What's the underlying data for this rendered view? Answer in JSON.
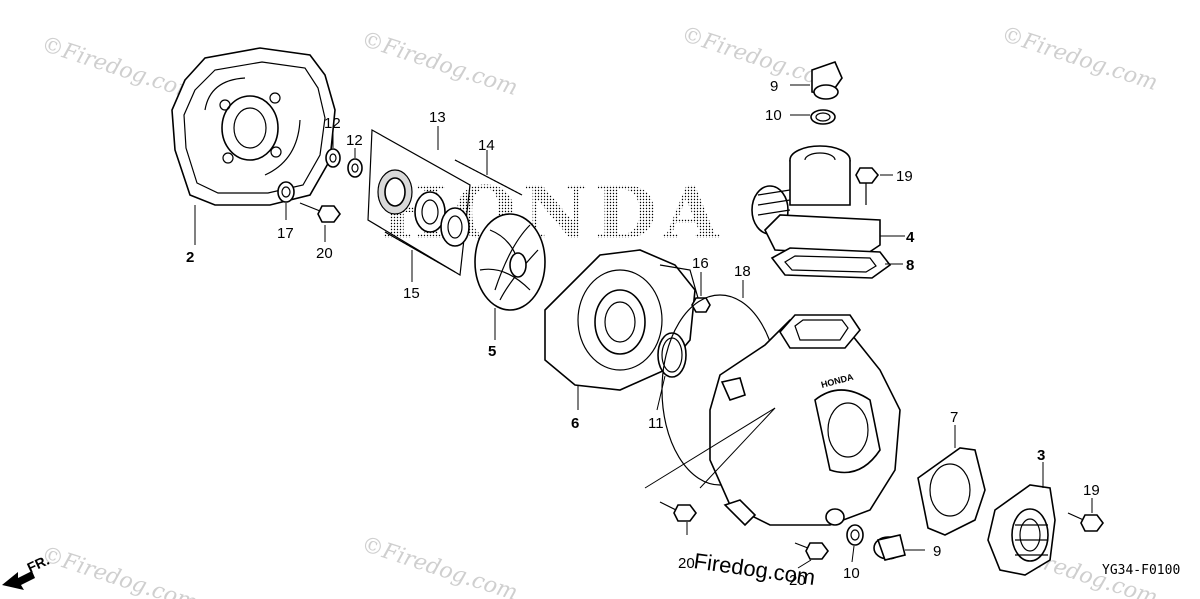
{
  "diagram": {
    "labels": {
      "p2": "2",
      "p12a": "12",
      "p12b": "12",
      "p13": "13",
      "p14": "14",
      "p15": "15",
      "p17": "17",
      "p20a": "20",
      "p5": "5",
      "p6": "6",
      "p16": "16",
      "p18": "18",
      "p11": "11",
      "p9a": "9",
      "p10a": "10",
      "p19a": "19",
      "p4": "4",
      "p8": "8",
      "p7": "7",
      "p3": "3",
      "p19b": "19",
      "p9b": "9",
      "p10b": "10",
      "p20b": "20",
      "p20c": "20"
    },
    "casing_text": "HONDA",
    "background_text": "HONDA",
    "footer_code": "YG34-F0100",
    "front_label": "FR.",
    "watermark_text": "©Firedog.com",
    "overlay_text": "Firedog.com"
  }
}
